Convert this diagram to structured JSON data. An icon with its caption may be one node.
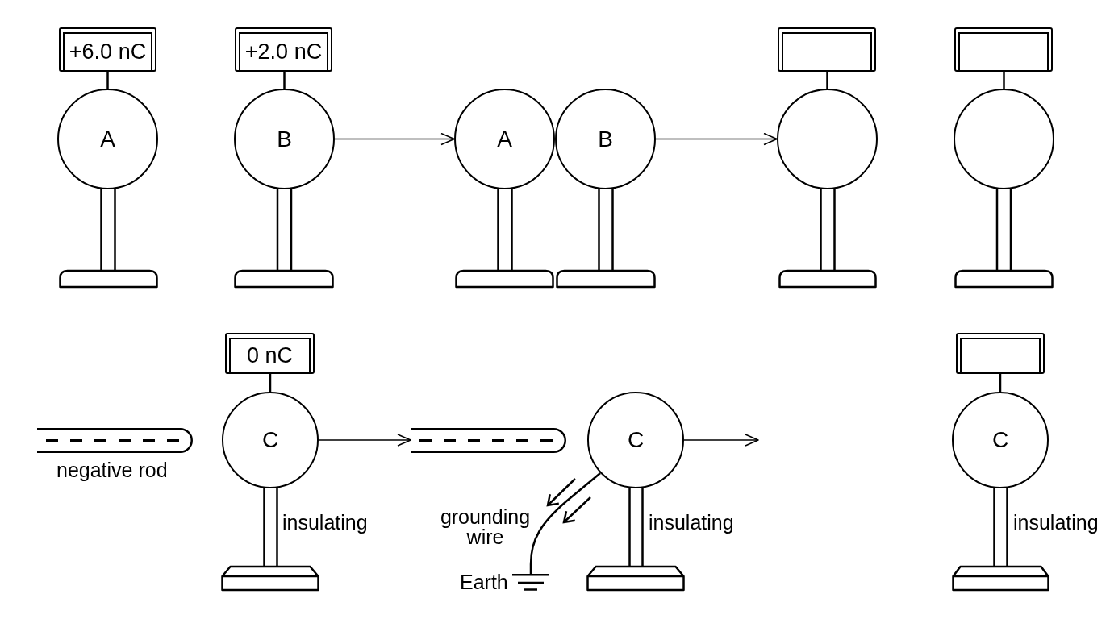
{
  "diagram": {
    "nodes": [
      {
        "text": [
          "+6.0 nC"
        ]
      },
      {
        "text": [
          "A"
        ]
      },
      {
        "text": [
          "+2.0 nC"
        ]
      },
      {
        "text": [
          "B"
        ]
      },
      {
        "text": [
          "A"
        ]
      },
      {
        "text": [
          "B"
        ]
      },
      {
        "text": [],
        "shape": "box"
      },
      {
        "text": [],
        "shape": "circle"
      },
      {
        "text": [],
        "shape": "box"
      },
      {
        "text": [],
        "shape": "circle"
      },
      {
        "text": [],
        "shape": "bar",
        "beside": [
          "negative rod"
        ]
      },
      {
        "text": [
          "0 nC"
        ]
      },
      {
        "text": [
          "C"
        ]
      },
      {
        "text": [],
        "shape": "bar"
      },
      {
        "text": [
          "C"
        ]
      },
      {
        "text": [],
        "shape": "ground",
        "beside": [
          "Earth"
        ]
      },
      {
        "text": [],
        "shape": "box"
      },
      {
        "text": [
          "C"
        ]
      }
    ],
    "edges": [
      {
        "from": 0,
        "to": 1,
        "arrow": "none"
      },
      {
        "from": 2,
        "to": 3,
        "arrow": "none"
      },
      {
        "from": 3,
        "to": 4,
        "arrow": "to"
      },
      {
        "from": 5,
        "to": 7,
        "arrow": "to"
      },
      {
        "from": 6,
        "to": 7,
        "arrow": "none"
      },
      {
        "from": 8,
        "to": 9,
        "arrow": "none"
      },
      {
        "from": 11,
        "to": 12,
        "arrow": "none"
      },
      {
        "from": 12,
        "to": 13,
        "arrow": "to"
      },
      {
        "from": 14,
        "to": 15,
        "arrow": "none",
        "label": "grounding wire"
      },
      {
        "from": 14,
        "to": null,
        "arrow": "to"
      },
      {
        "from": 16,
        "to": 17,
        "arrow": "none"
      }
    ],
    "labels": [
      "insulating",
      "insulating",
      "insulating"
    ]
  }
}
